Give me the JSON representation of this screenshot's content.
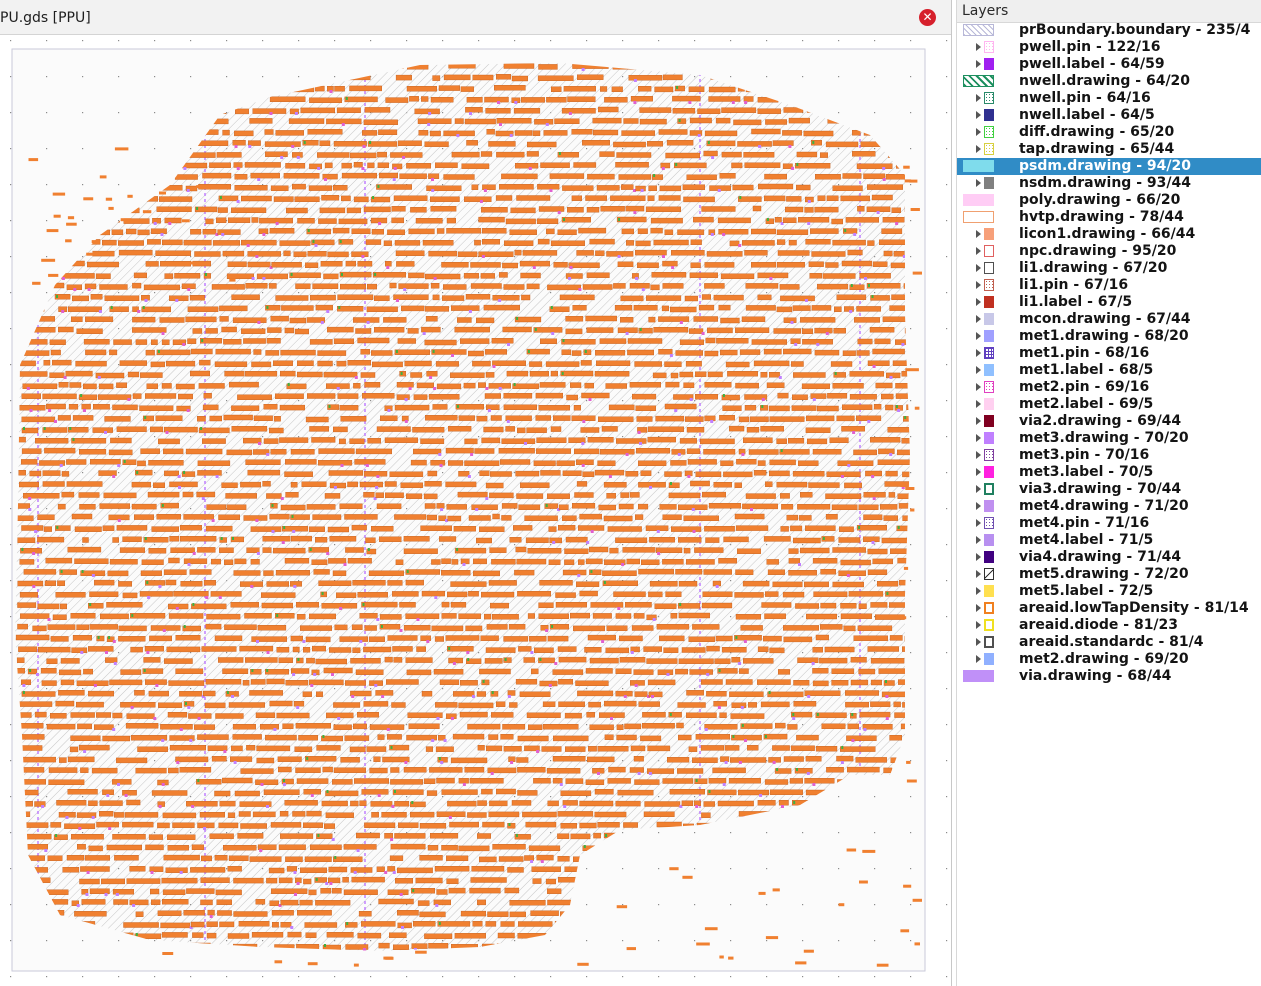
{
  "window": {
    "title": "PU.gds [PPU]"
  },
  "layers_panel": {
    "title": "Layers",
    "selected_index": 8,
    "items": [
      {
        "label": "prBoundary.boundary - 235/4",
        "color": "#b8b8d8",
        "pattern": "hatch-light",
        "expander": false,
        "wide": true
      },
      {
        "label": "pwell.pin - 122/16",
        "color": "#ffb6f0",
        "pattern": "dots",
        "expander": true,
        "wide": false
      },
      {
        "label": "pwell.label - 64/59",
        "color": "#a020f0",
        "pattern": "solid",
        "expander": true,
        "wide": false
      },
      {
        "label": "nwell.drawing - 64/20",
        "color": "#1e9060",
        "pattern": "hatch",
        "expander": false,
        "wide": true
      },
      {
        "label": "nwell.pin - 64/16",
        "color": "#2a8a6a",
        "pattern": "dots",
        "expander": true,
        "wide": false
      },
      {
        "label": "nwell.label - 64/5",
        "color": "#303090",
        "pattern": "solid",
        "expander": true,
        "wide": false
      },
      {
        "label": "diff.drawing - 65/20",
        "color": "#40d040",
        "pattern": "dots",
        "expander": true,
        "wide": false
      },
      {
        "label": "tap.drawing - 65/44",
        "color": "#d8d040",
        "pattern": "dots",
        "expander": true,
        "wide": false
      },
      {
        "label": "psdm.drawing - 94/20",
        "color": "#7fdcec",
        "pattern": "solid",
        "expander": false,
        "wide": true
      },
      {
        "label": "nsdm.drawing - 93/44",
        "color": "#808080",
        "pattern": "solid",
        "expander": true,
        "wide": false
      },
      {
        "label": "poly.drawing - 66/20",
        "color": "#ffcdf5",
        "pattern": "solid",
        "expander": false,
        "wide": true
      },
      {
        "label": "hvtp.drawing - 78/44",
        "color": "#f0a070",
        "pattern": "outline",
        "expander": false,
        "wide": true
      },
      {
        "label": "licon1.drawing - 66/44",
        "color": "#f7a07a",
        "pattern": "solid",
        "expander": true,
        "wide": false
      },
      {
        "label": "npc.drawing - 95/20",
        "color": "#e06060",
        "pattern": "outline",
        "expander": true,
        "wide": false
      },
      {
        "label": "li1.drawing - 67/20",
        "color": "#505050",
        "pattern": "outline",
        "expander": true,
        "wide": false
      },
      {
        "label": "li1.pin - 67/16",
        "color": "#c06050",
        "pattern": "dots",
        "expander": true,
        "wide": false
      },
      {
        "label": "li1.label - 67/5",
        "color": "#c03020",
        "pattern": "solid",
        "expander": true,
        "wide": false
      },
      {
        "label": "mcon.drawing - 67/44",
        "color": "#c8c8e8",
        "pattern": "solid",
        "expander": true,
        "wide": false
      },
      {
        "label": "met1.drawing - 68/20",
        "color": "#a0a0ff",
        "pattern": "solid",
        "expander": true,
        "wide": false
      },
      {
        "label": "met1.pin - 68/16",
        "color": "#6040c0",
        "pattern": "grid",
        "expander": true,
        "wide": false
      },
      {
        "label": "met1.label - 68/5",
        "color": "#90c0ff",
        "pattern": "solid",
        "expander": true,
        "wide": false
      },
      {
        "label": "met2.pin - 69/16",
        "color": "#e040c0",
        "pattern": "dots",
        "expander": true,
        "wide": false
      },
      {
        "label": "met2.label - 69/5",
        "color": "#ffd0f0",
        "pattern": "solid",
        "expander": true,
        "wide": false
      },
      {
        "label": "via2.drawing - 69/44",
        "color": "#800020",
        "pattern": "solid",
        "expander": true,
        "wide": false
      },
      {
        "label": "met3.drawing - 70/20",
        "color": "#c080ff",
        "pattern": "solid",
        "expander": true,
        "wide": false
      },
      {
        "label": "met3.pin - 70/16",
        "color": "#8040a0",
        "pattern": "dots",
        "expander": true,
        "wide": false
      },
      {
        "label": "met3.label - 70/5",
        "color": "#ff20e0",
        "pattern": "solid",
        "expander": true,
        "wide": false
      },
      {
        "label": "via3.drawing - 70/44",
        "color": "#208060",
        "pattern": "outline-thick",
        "expander": true,
        "wide": false
      },
      {
        "label": "met4.drawing - 71/20",
        "color": "#c090f0",
        "pattern": "solid",
        "expander": true,
        "wide": false
      },
      {
        "label": "met4.pin - 71/16",
        "color": "#7050b0",
        "pattern": "dots",
        "expander": true,
        "wide": false
      },
      {
        "label": "met4.label - 71/5",
        "color": "#b890f0",
        "pattern": "solid",
        "expander": true,
        "wide": false
      },
      {
        "label": "via4.drawing - 71/44",
        "color": "#400080",
        "pattern": "solid",
        "expander": true,
        "wide": false
      },
      {
        "label": "met5.drawing - 72/20",
        "color": "#303030",
        "pattern": "hatch-single",
        "expander": true,
        "wide": false
      },
      {
        "label": "met5.label - 72/5",
        "color": "#ffe050",
        "pattern": "solid",
        "expander": true,
        "wide": false
      },
      {
        "label": "areaid.lowTapDensity - 81/14",
        "color": "#f08020",
        "pattern": "outline-thick",
        "expander": true,
        "wide": false
      },
      {
        "label": "areaid.diode - 81/23",
        "color": "#f0e020",
        "pattern": "outline-thick",
        "expander": true,
        "wide": false
      },
      {
        "label": "areaid.standardc - 81/4",
        "color": "#505050",
        "pattern": "outline-thick",
        "expander": true,
        "wide": false
      },
      {
        "label": "met2.drawing - 69/20",
        "color": "#90b0ff",
        "pattern": "solid",
        "expander": true,
        "wide": false
      },
      {
        "label": "via.drawing - 68/44",
        "color": "#c090f8",
        "pattern": "solid",
        "expander": false,
        "wide": true
      }
    ]
  },
  "canvas": {
    "close_icon": "close-icon",
    "colors": {
      "cell": "#f08030",
      "cell_dark": "#c05a18",
      "boundary": "#c9c9d9",
      "hatch": "#c4c4c4",
      "met": "#c080ff",
      "pin": "#e060d0",
      "diff": "#40b040"
    }
  }
}
